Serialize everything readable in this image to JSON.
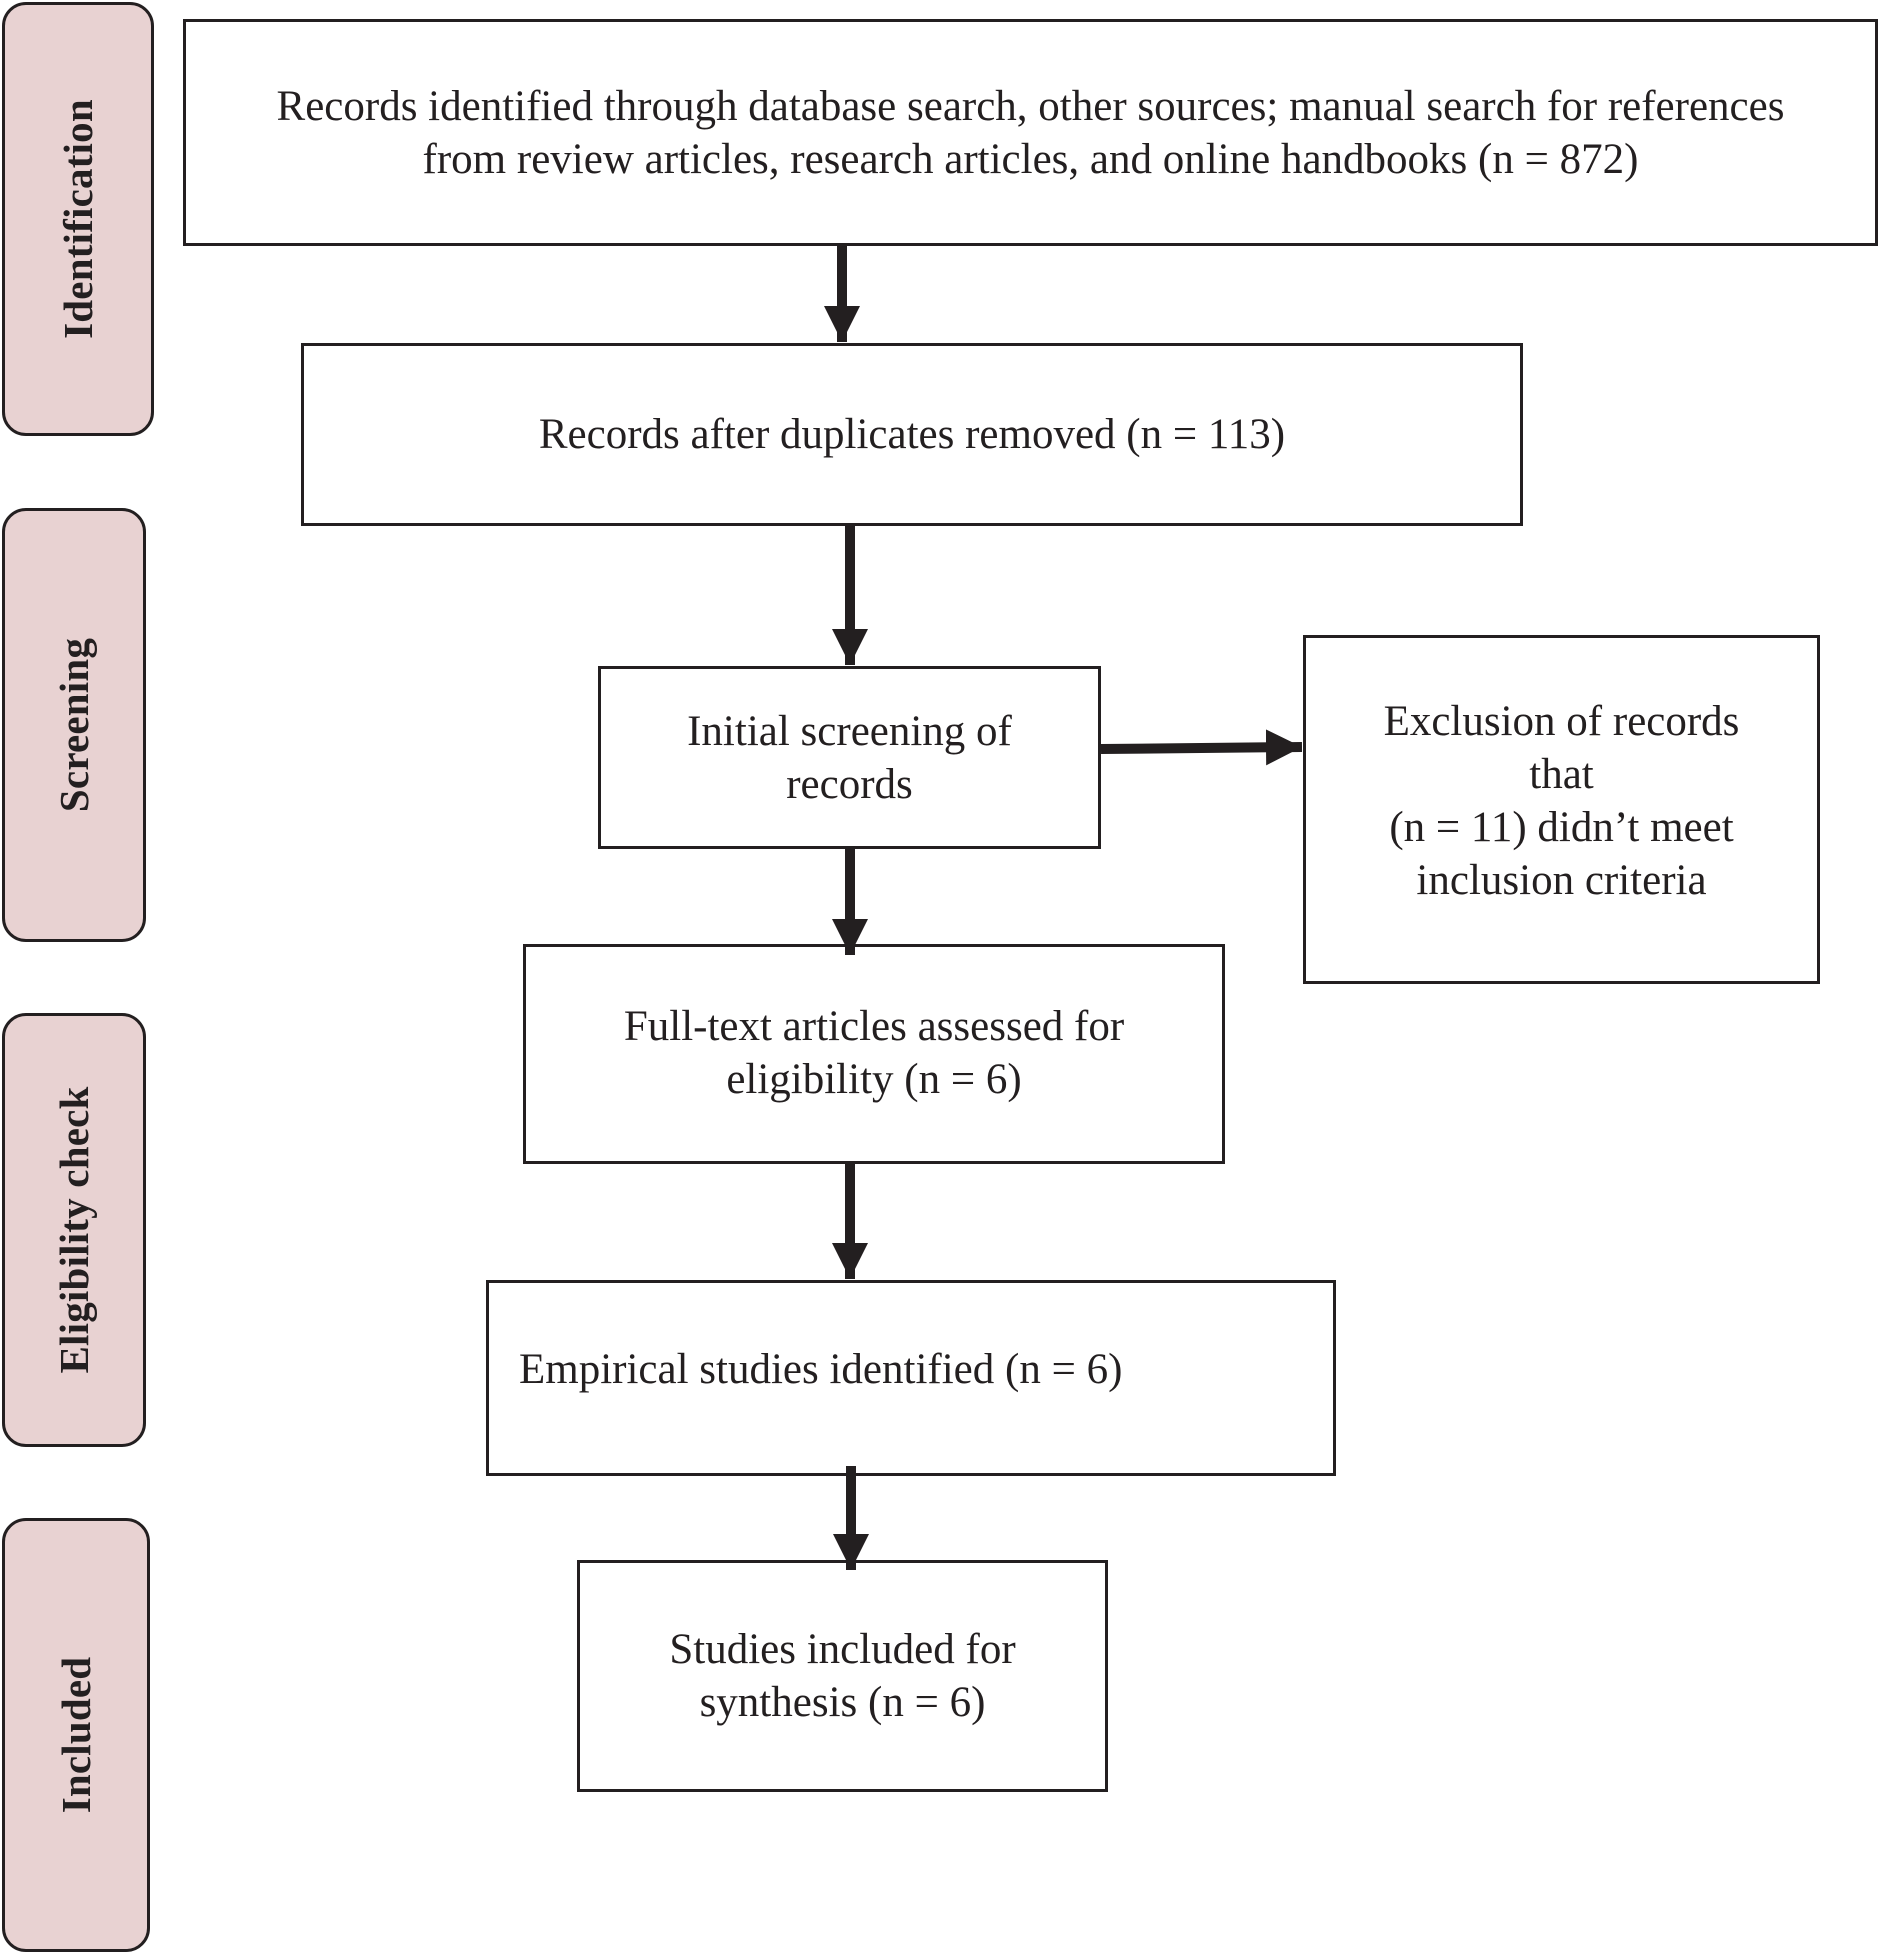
{
  "stages": [
    {
      "id": "identification",
      "label": "Identification"
    },
    {
      "id": "screening",
      "label": "Screening"
    },
    {
      "id": "eligibility",
      "label": "Eligibility check"
    },
    {
      "id": "included",
      "label": "Included"
    }
  ],
  "boxes": {
    "records_identified": {
      "line1": "Records identified through database search, other sources; manual search for references",
      "line2": "from review articles, research articles, and online handbooks (n = 872)"
    },
    "duplicates_removed": {
      "text": "Records after duplicates removed (n = 113)"
    },
    "initial_screening": {
      "line1": "Initial screening of",
      "line2": "records"
    },
    "exclusion": {
      "line1": "Exclusion of records",
      "line2": "that",
      "line3": "(n = 11) didn’t meet",
      "line4": "inclusion criteria"
    },
    "full_text": {
      "line1": "Full-text articles assessed for",
      "line2": "eligibility (n = 6)"
    },
    "empirical": {
      "text": "Empirical studies identified (n = 6)"
    },
    "included_studies": {
      "line1": "Studies included for",
      "line2": "synthesis (n = 6)"
    }
  }
}
